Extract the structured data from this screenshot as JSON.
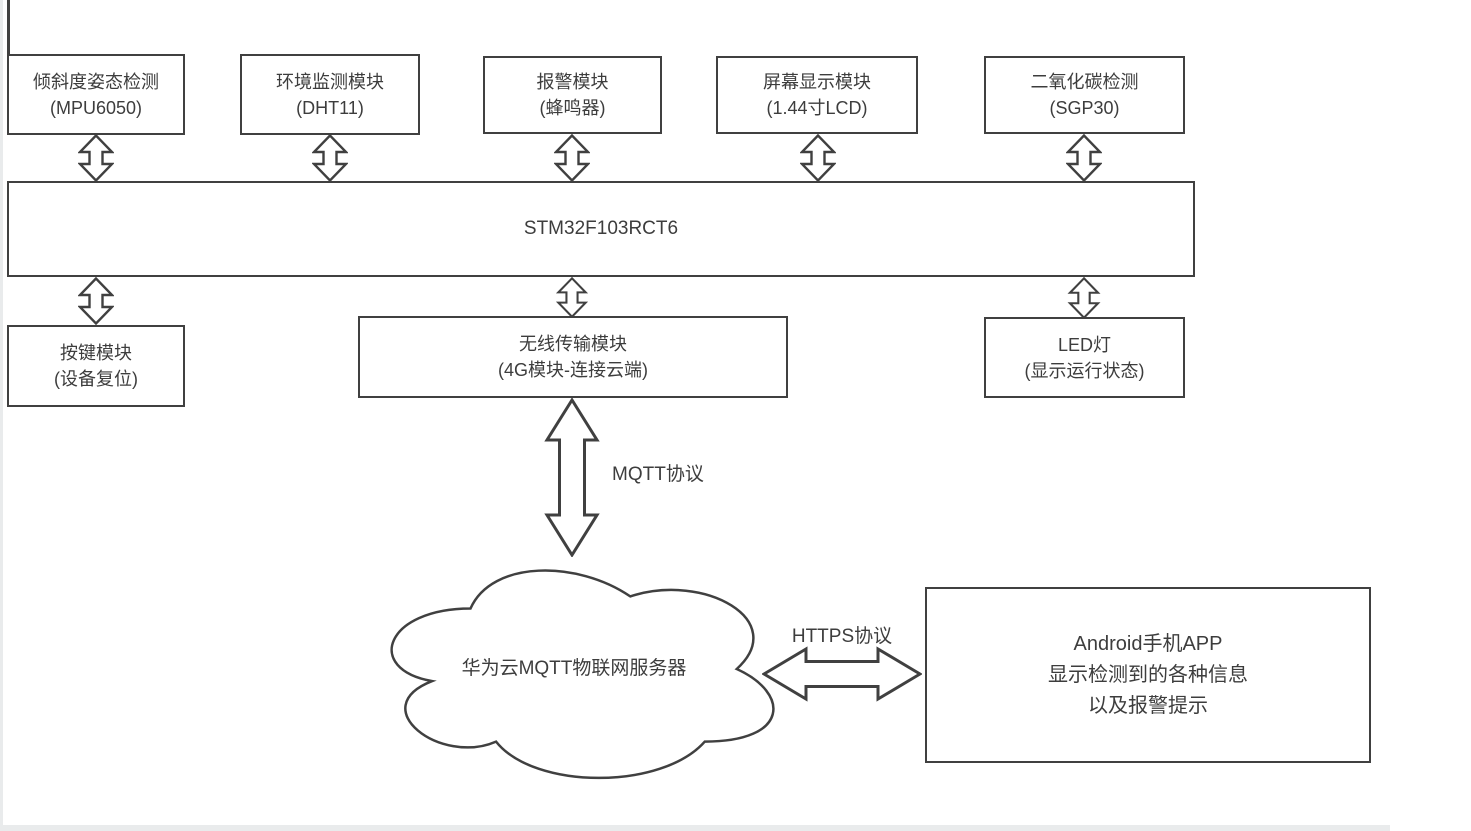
{
  "canvas": {
    "background": "#ffffff",
    "edge_color": "#e9ebec",
    "line_color": "#404040",
    "text_color": "#3d3d3d"
  },
  "controller": {
    "label": "STM32F103RCT6"
  },
  "top_modules": [
    {
      "line1": "倾斜度姿态检测",
      "line2": "(MPU6050)"
    },
    {
      "line1": "环境监测模块",
      "line2": "(DHT11)"
    },
    {
      "line1": "报警模块",
      "line2": "(蜂鸣器)"
    },
    {
      "line1": "屏幕显示模块",
      "line2": "(1.44寸LCD)"
    },
    {
      "line1": "二氧化碳检测",
      "line2": "(SGP30)"
    }
  ],
  "bottom_modules": [
    {
      "line1": "按键模块",
      "line2": "(设备复位)"
    },
    {
      "line1": "无线传输模块",
      "line2": "(4G模块-连接云端)"
    },
    {
      "line1": "LED灯",
      "line2": "(显示运行状态)"
    }
  ],
  "protocols": {
    "mqtt": "MQTT协议",
    "https": "HTTPS协议"
  },
  "cloud": {
    "label": "华为云MQTT物联网服务器"
  },
  "app": {
    "lines": [
      "Android手机APP",
      "显示检测到的各种信息",
      "以及报警提示"
    ]
  },
  "icons": {
    "vertical_double_arrow": "bidirectional-vertical-arrow",
    "horizontal_double_arrow": "bidirectional-horizontal-arrow",
    "cloud": "cloud-shape"
  }
}
